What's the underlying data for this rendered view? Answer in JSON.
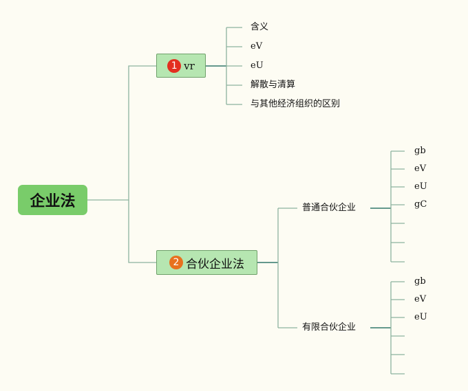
{
  "root": {
    "label": "企业法"
  },
  "topics": [
    {
      "badge": "1",
      "label": "vr",
      "children": [
        "含义",
        "eV",
        "eU",
        "解散与清算",
        "与其他经济组织的区别"
      ]
    },
    {
      "badge": "2",
      "label": "合伙企业法",
      "subtopics": [
        {
          "label": "普通合伙企业",
          "children": [
            "gb",
            "eV",
            "eU",
            "gC",
            "",
            "",
            ""
          ]
        },
        {
          "label": "有限合伙企业",
          "children": [
            "gb",
            "eV",
            "eU",
            "",
            "",
            ""
          ]
        }
      ]
    }
  ],
  "colors": {
    "root": "#79cc6a",
    "topic": "#b6e6b1",
    "line": "#4d8a7e",
    "badge1": "#e32f1f",
    "badge2": "#e8711e"
  }
}
